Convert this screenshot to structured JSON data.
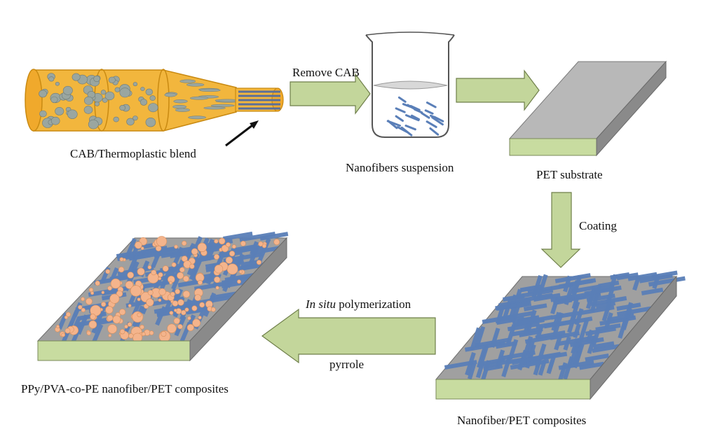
{
  "labels": {
    "blend": "CAB/Thermoplastic blend",
    "remove_cab": "Remove CAB",
    "suspension": "Nanofibers suspension",
    "pet_substrate": "PET substrate",
    "coating": "Coating",
    "nanofiber_pet": "Nanofiber/PET  composites",
    "in_situ_italic": "In situ",
    "polymerization": " polymerization",
    "pyrrole": "pyrrole",
    "final_composite": "PPy/PVA-co-PE nanofiber/PET  composites"
  },
  "colors": {
    "arrow_fill": "#c3d69b",
    "arrow_stroke": "#6f7f4a",
    "blend_body": "#f2b63d",
    "blend_stroke": "#c98a12",
    "droplet": "#9aa6a0",
    "fiber": "#5a7fb8",
    "substrate_top": "#b8b8b8",
    "substrate_side": "#c8dca0",
    "substrate_dark": "#8a8a8a",
    "ppy_particle": "#f4b48c"
  }
}
